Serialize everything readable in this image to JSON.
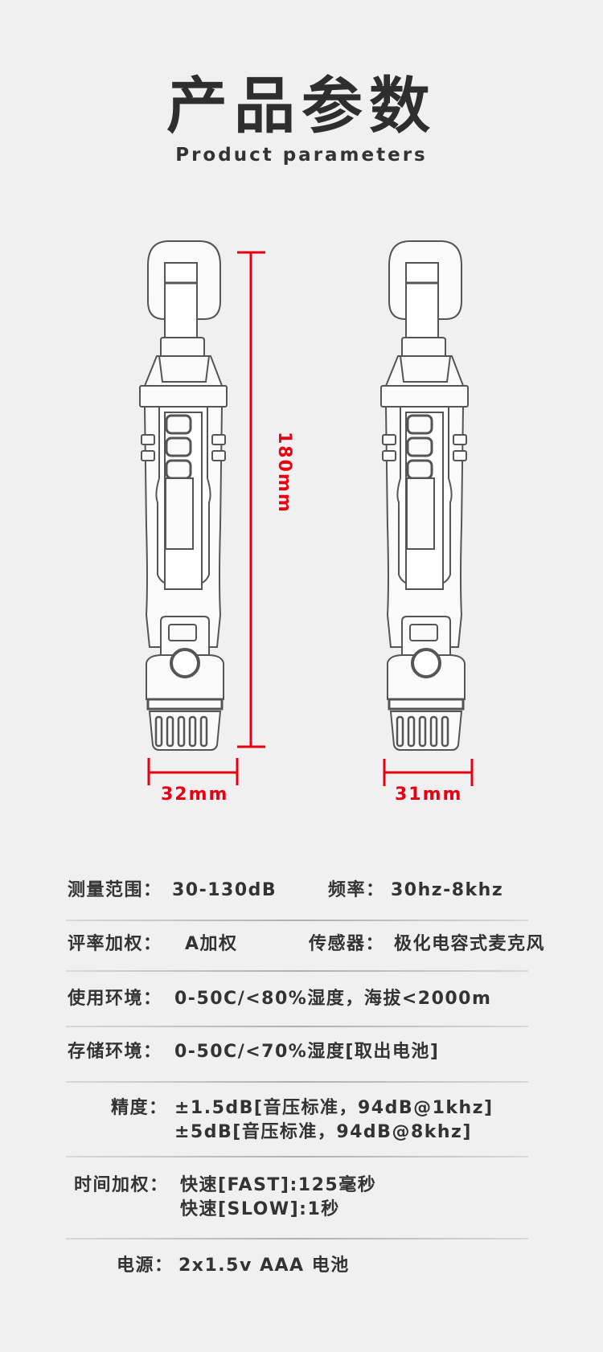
{
  "header": {
    "title": "产品参数",
    "subtitle": "Product parameters"
  },
  "dimensions": {
    "height_label": "180mm",
    "left_width_label": "32mm",
    "right_width_label": "31mm",
    "accent_color": "#e60012"
  },
  "specs": {
    "range_label": "测量范围：",
    "range_value": "30-130dB",
    "freq_label": "频率：",
    "freq_value": "30hz-8khz",
    "weighting_label": "评率加权：",
    "weighting_value": "A加权",
    "sensor_label": "传感器：",
    "sensor_value": "极化电容式麦克风",
    "usage_env_label": "使用环境：",
    "usage_env_value": "0-50C/<80%湿度，海拔<2000m",
    "storage_env_label": "存储环境：",
    "storage_env_value": "0-50C/<70%湿度[取出电池]",
    "accuracy_label": "精度：",
    "accuracy_value_1": "±1.5dB[音压标准，94dB@1khz]",
    "accuracy_value_2": "±5dB[音压标准，94dB@8khz]",
    "time_weighting_label": "时间加权：",
    "time_weighting_value_1": "快速[FAST]:125毫秒",
    "time_weighting_value_2": "快速[SLOW]:1秒",
    "power_label": "电源：",
    "power_value": "2x1.5v AAA 电池"
  }
}
